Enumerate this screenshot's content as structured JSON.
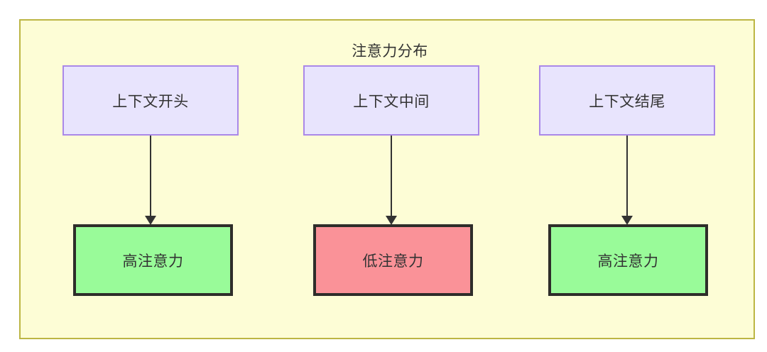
{
  "diagram": {
    "title": "注意力分布",
    "colors": {
      "container_fill": "#fdfdd6",
      "container_border": "#bcb644",
      "top_node_fill": "#e8e4fd",
      "top_node_border": "#aa88e8",
      "high_attention_fill": "#99fb99",
      "low_attention_fill": "#fa9298",
      "node_border_dark": "#2e2d2a",
      "edge_color": "#333333",
      "text_color": "#333333"
    },
    "columns": [
      {
        "id": "start",
        "source_label": "上下文开头",
        "target_label": "高注意力",
        "target_level": "high",
        "edge": {
          "from": "上下文开头",
          "to": "高注意力",
          "arrow": "down-arrowhead"
        }
      },
      {
        "id": "middle",
        "source_label": "上下文中间",
        "target_label": "低注意力",
        "target_level": "low",
        "edge": {
          "from": "上下文中间",
          "to": "低注意力",
          "arrow": "down-arrowhead"
        }
      },
      {
        "id": "end",
        "source_label": "上下文结尾",
        "target_label": "高注意力",
        "target_level": "high",
        "edge": {
          "from": "上下文结尾",
          "to": "高注意力",
          "arrow": "down-arrowhead"
        }
      }
    ]
  }
}
